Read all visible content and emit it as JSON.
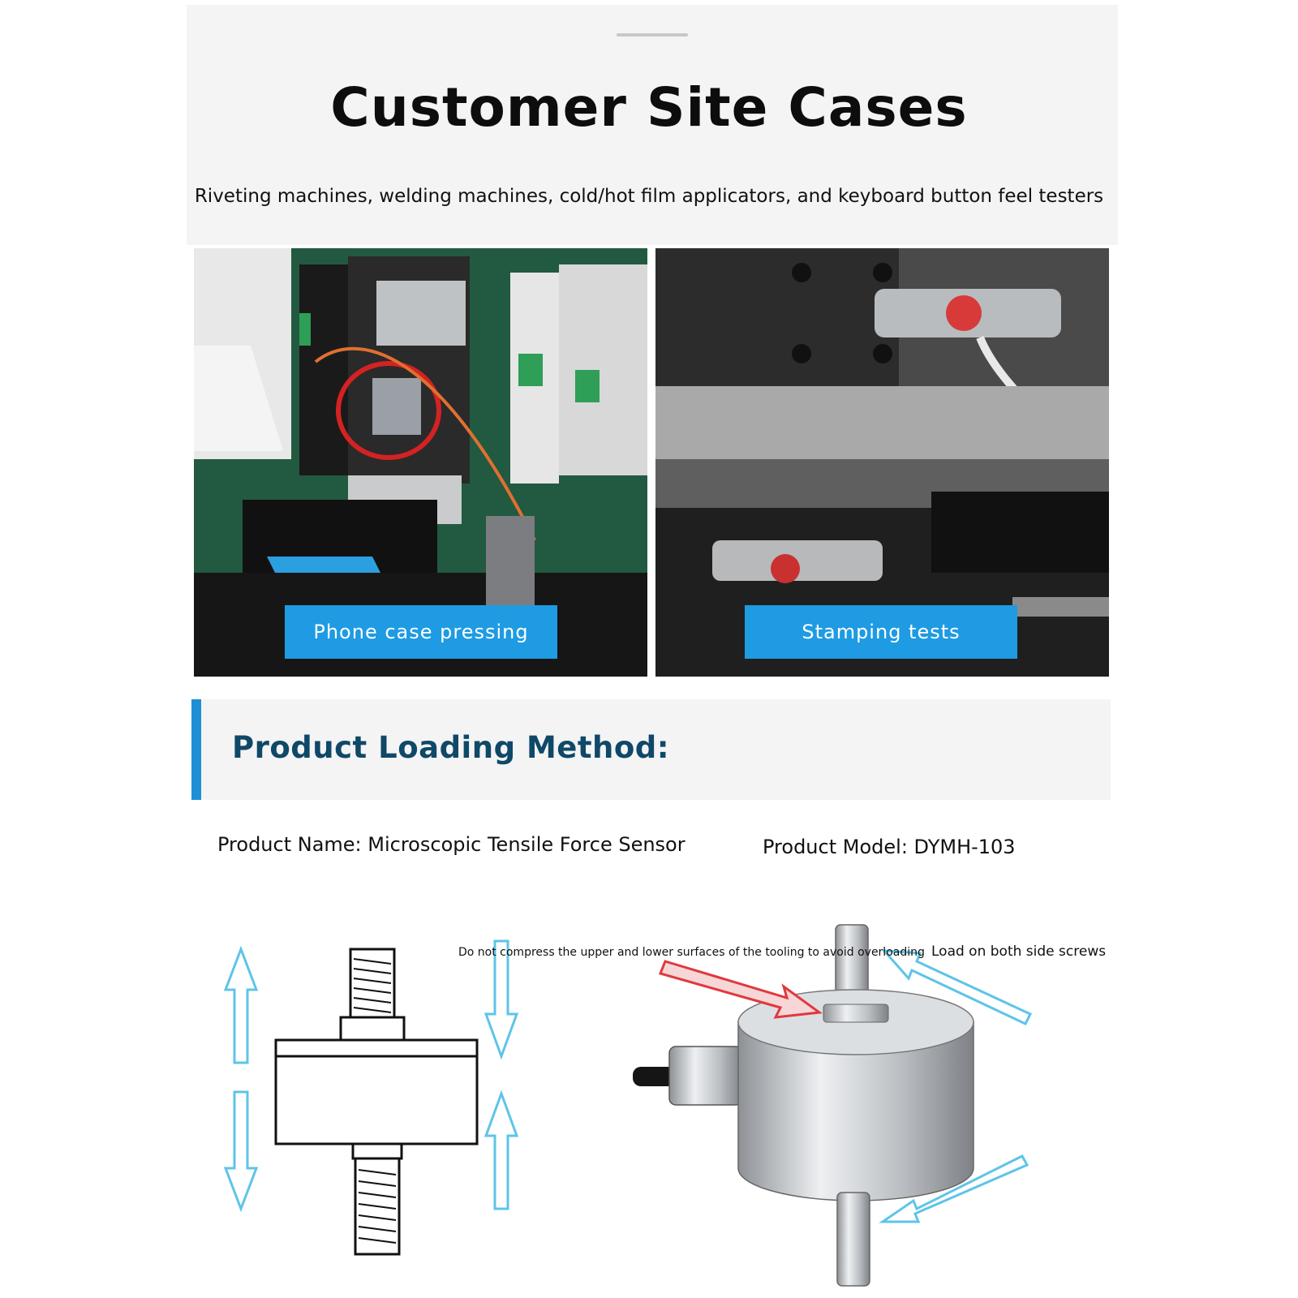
{
  "header": {
    "title": "Customer Site Cases",
    "subtitle": "Riveting machines, welding machines, cold/hot film applicators, and keyboard button feel testers"
  },
  "cases": [
    {
      "caption": "Phone case pressing"
    },
    {
      "caption": "Stamping tests"
    }
  ],
  "section": {
    "title": "Product Loading Method:"
  },
  "product": {
    "name": "Product Name: Microscopic Tensile Force Sensor",
    "model": "Product Model: DYMH-103"
  },
  "notes": {
    "warning": "Do not compress the upper and lower surfaces of the tooling to avoid overloading",
    "load": "Load on both side screws"
  },
  "colors": {
    "accent_blue": "#1e9be3",
    "section_title": "#0f4868",
    "arrow_outline_blue": "#5ec4e8",
    "arrow_red": "#e0393e"
  }
}
